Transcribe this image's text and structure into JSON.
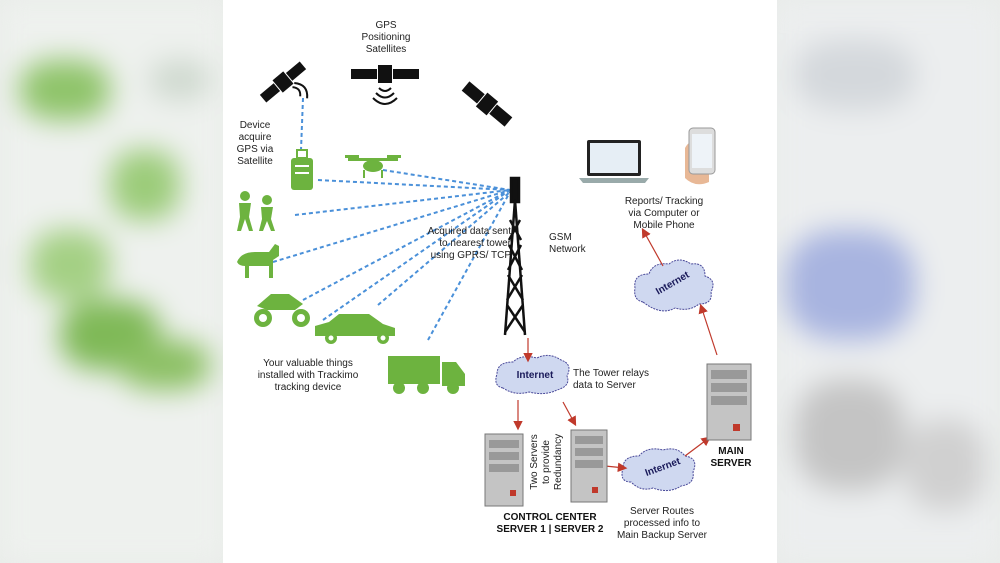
{
  "diagram": {
    "title": "GPS Tracking System Architecture",
    "labels": {
      "gps_satellites": "GPS\nPositioning\nSatellites",
      "device_acquire": "Device\nacquire\nGPS via\nSatellite",
      "acquired_data": "Acquired data sent\nto nearest tower\nusing GPRS/ TCP",
      "gsm_network": "GSM\nNetwork",
      "reports_tracking": "Reports/ Tracking\nvia Computer or\nMobile Phone",
      "valuable_things": "Your valuable things\ninstalled with Trackimo\ntracking device",
      "tower_relays": "The Tower relays\ndata to Server",
      "two_servers": "Two Servers\nto provide\nRedundancy",
      "control_center": "CONTROL CENTER\nSERVER 1 | SERVER 2",
      "server_routes": "Server Routes\nprocessed info to\nMain Backup Server",
      "main_server": "MAIN\nSERVER",
      "internet_cloud_1": "Internet",
      "internet_cloud_2": "Internet",
      "internet_cloud_3": "Internet"
    },
    "tracked_items": [
      "suitcase",
      "drone",
      "hikers",
      "dog",
      "motorcycle",
      "car",
      "truck"
    ],
    "colors": {
      "icon_green": "#6db33f",
      "dashed_link": "#4a90d9",
      "arrow_red": "#c0392b",
      "cloud_fill": "#cfd8f0",
      "cloud_stroke": "#4a4a9a",
      "satellite_black": "#111111",
      "server_gray": "#b8b8b8"
    }
  }
}
